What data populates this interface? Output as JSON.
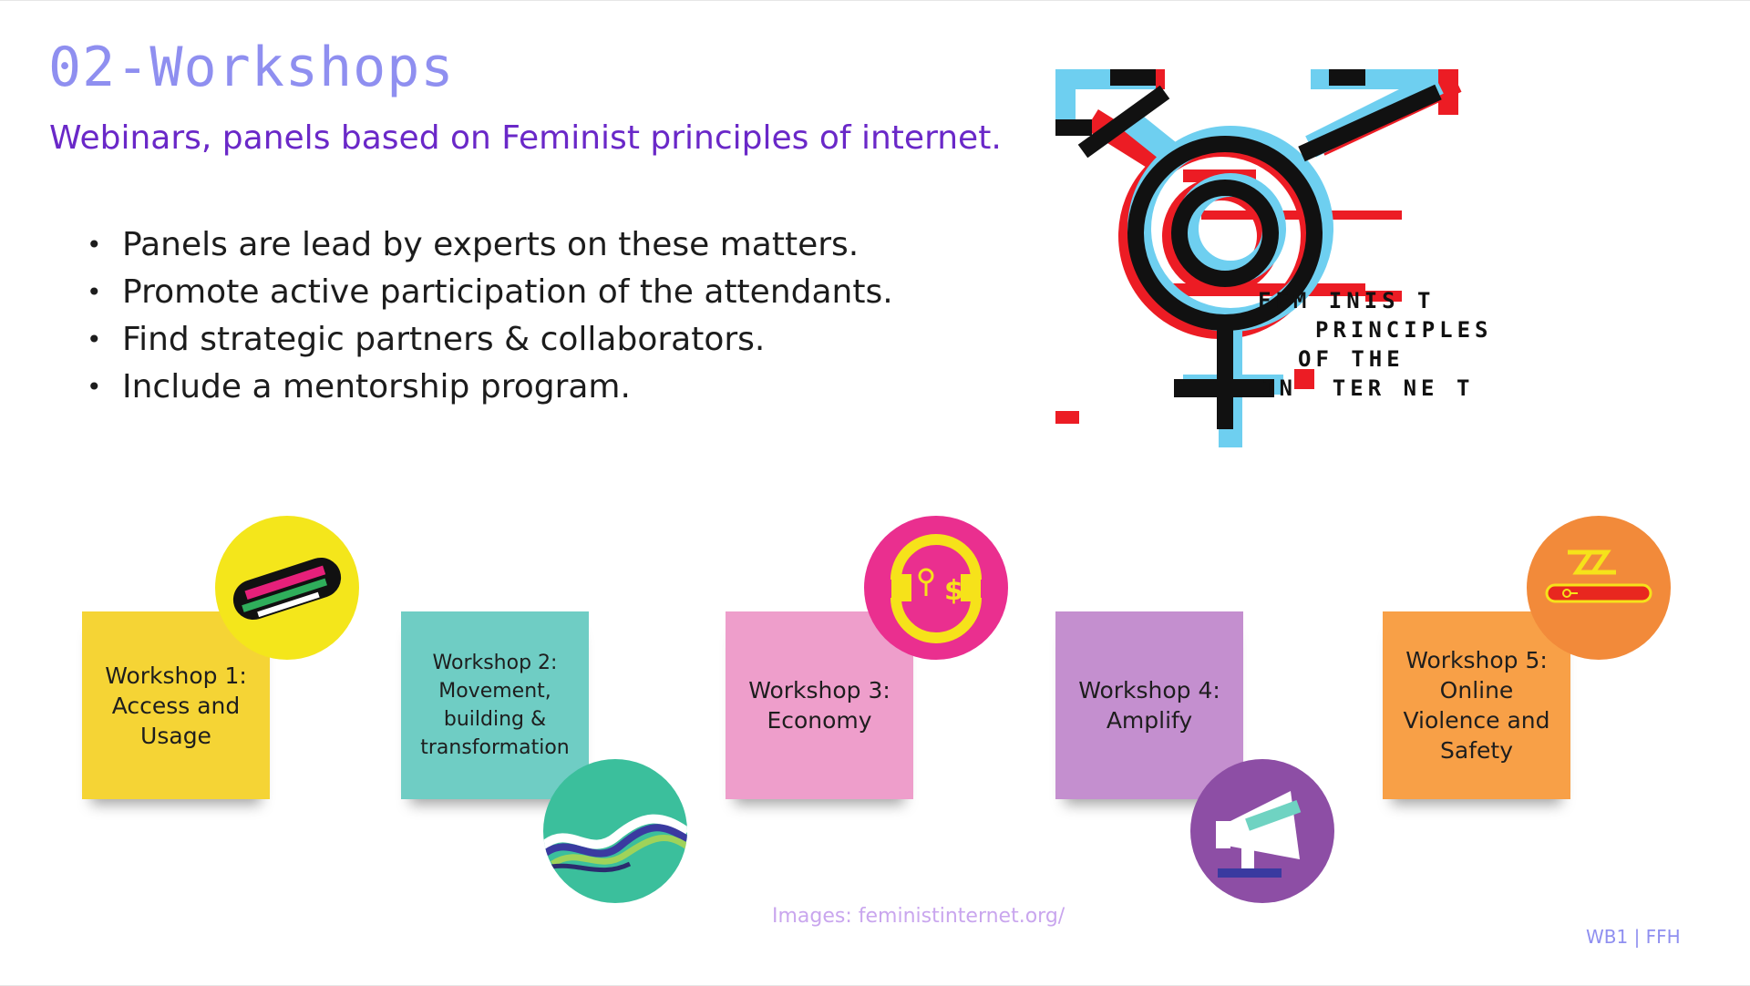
{
  "slide": {
    "title": "02-Workshops",
    "subtitle": "Webinars, panels based on Feminist principles of internet.",
    "bullets": [
      "Panels are lead by experts on these matters.",
      "Promote active participation of the attendants.",
      "Find strategic partners & collaborators.",
      "Include a mentorship program."
    ],
    "logo_text": [
      "FEM INIS T",
      "PRINCIPLES",
      "OF THE",
      "IN  TER NE T"
    ],
    "workshops": [
      {
        "label": "Workshop 1: Access and Usage",
        "color": "#f5d435",
        "icon": "take-back-the-tech-icon",
        "icon_bg": "#f4e61b"
      },
      {
        "label": "Workshop 2: Movement, building & transformation",
        "color": "#6fcdc4",
        "icon": "woven-ribbons-icon",
        "icon_bg": "#3bbf9c"
      },
      {
        "label": "Workshop 3: Economy",
        "color": "#ee9ecb",
        "icon": "economy-coin-icon",
        "icon_bg": "#ea2f8f"
      },
      {
        "label": "Workshop 4: Amplify",
        "color": "#c48fcf",
        "icon": "megaphone-icon",
        "icon_bg": "#8d4ea5"
      },
      {
        "label": "Workshop 5: Online Violence and Safety",
        "color": "#f8a047",
        "icon": "safety-knife-icon",
        "icon_bg": "#f28a3a"
      }
    ],
    "credit": "Images: feministinternet.org/",
    "footer": "WB1 | FFH"
  }
}
